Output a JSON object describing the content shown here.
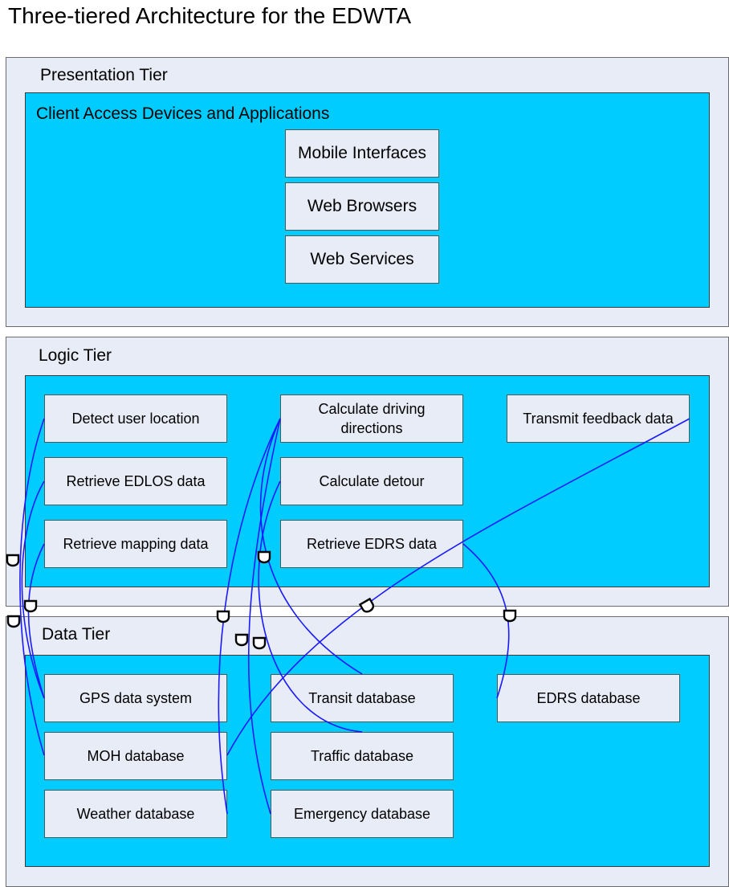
{
  "title": "Three-tiered Architecture for the EDWTA",
  "presentation": {
    "tier_label": "Presentation Tier",
    "group_label": "Client Access Devices and Applications",
    "items": [
      "Mobile Interfaces",
      "Web Browsers",
      "Web Services"
    ]
  },
  "logic": {
    "tier_label": "Logic Tier",
    "detect_user_location": "Detect user location",
    "retrieve_edlos_data": "Retrieve EDLOS data",
    "retrieve_mapping_data": "Retrieve mapping data",
    "calculate_driving_directions": "Calculate driving directions",
    "calculate_detour": "Calculate detour",
    "retrieve_edrs_data": "Retrieve EDRS data",
    "transmit_feedback_data": "Transmit feedback data"
  },
  "data_tier": {
    "tier_label": "Data Tier",
    "gps_data_system": "GPS data system",
    "moh_database": "MOH database",
    "weather_database": "Weather database",
    "transit_database": "Transit database",
    "traffic_database": "Traffic database",
    "emergency_database": "Emergency database",
    "edrs_database": "EDRS database"
  },
  "colors": {
    "tier_background": "#e8ecf6",
    "inner_panel": "#00ccff",
    "connector": "#1a1aff"
  }
}
